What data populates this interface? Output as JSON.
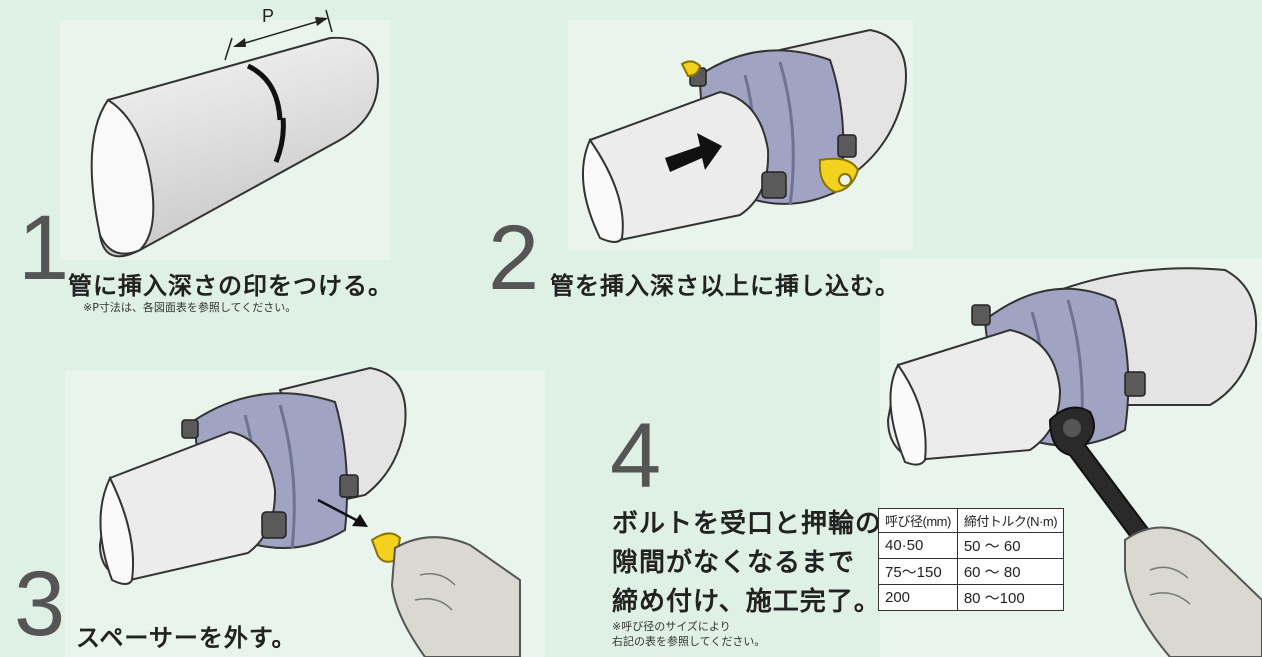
{
  "step1": {
    "number": "1",
    "title": "管に挿入深さの印をつける。",
    "note": "※P寸法は、各図面表を参照してください。",
    "dimension_label": "P"
  },
  "step2": {
    "number": "2",
    "title": "管を挿入深さ以上に挿し込む。"
  },
  "step3": {
    "number": "3",
    "title": "スペーサーを外す。"
  },
  "step4": {
    "number": "4",
    "title_lines": [
      "ボルトを受口と押輪の",
      "隙間がなくなるまで",
      "締め付け、施工完了。"
    ],
    "note_lines": [
      "※呼び径のサイズにより",
      "右記の表を参照してください。"
    ]
  },
  "torque_table": {
    "headers": [
      "呼び径(mm)",
      "締付トルク(N·m)"
    ],
    "rows": [
      [
        "40·50",
        "50 ～ 60"
      ],
      [
        "75～150",
        "60 ～ 80"
      ],
      [
        "200",
        "80 ～100"
      ]
    ]
  },
  "colors": {
    "background": "#dff0e4",
    "pipe": "#e6e6e6",
    "fitting": "#9c9fbf",
    "spacer": "#f2d21e",
    "glove": "#d9d9d1",
    "bolt": "#555555"
  }
}
